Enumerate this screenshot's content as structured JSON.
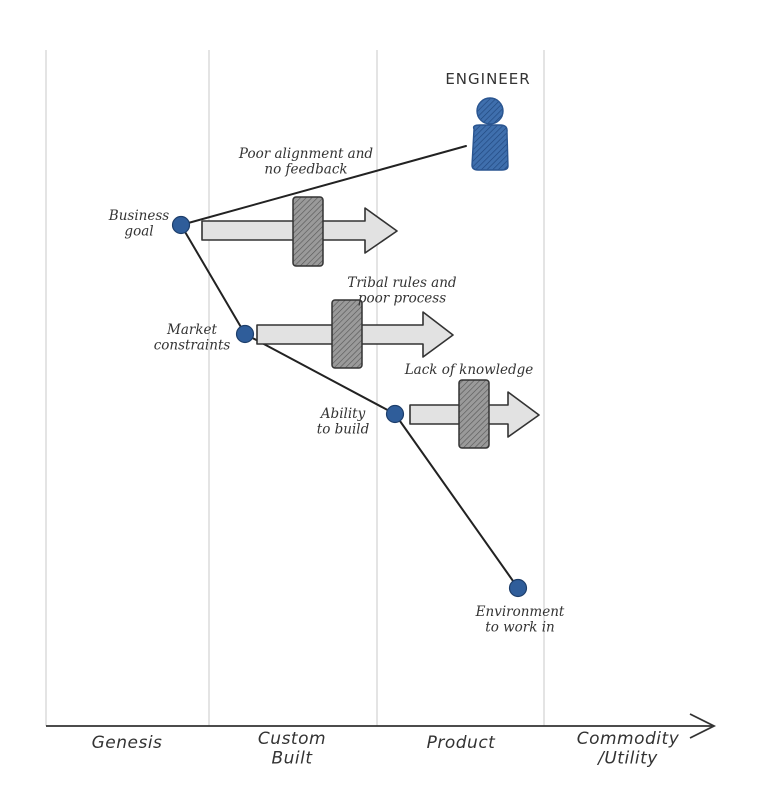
{
  "stages": [
    "Genesis",
    "Custom\nBuilt",
    "Product",
    "Commodity\n/Utility"
  ],
  "actor": {
    "label": "ENGINEER",
    "icon": "person-icon"
  },
  "nodes": [
    {
      "id": "business-goal",
      "label": "Business\ngoal"
    },
    {
      "id": "market-constraints",
      "label": "Market\nconstraints"
    },
    {
      "id": "ability-to-build",
      "label": "Ability\nto build"
    },
    {
      "id": "environment",
      "label": "Environment\nto work in"
    }
  ],
  "barriers": [
    {
      "label": "Poor alignment and\nno feedback"
    },
    {
      "label": "Tribal rules and\npoor process"
    },
    {
      "label": "Lack of knowledge"
    }
  ],
  "colors": {
    "node": "#2f5d9a",
    "line": "#222222",
    "arrow_fill": "#e2e2e2",
    "block_fill": "#8a8a8a",
    "grid": "#d6d6d6"
  }
}
